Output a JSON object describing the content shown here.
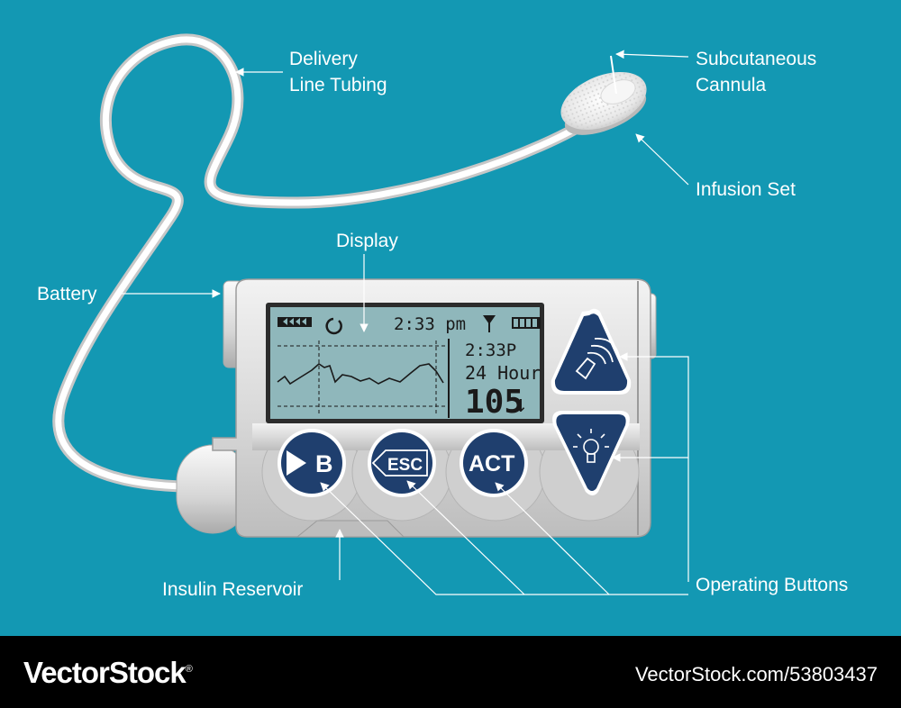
{
  "labels": {
    "delivery_line_1": "Delivery",
    "delivery_line_2": "Line Tubing",
    "cannula_1": "Subcutaneous",
    "cannula_2": "Cannula",
    "infusion_set": "Infusion Set",
    "display": "Display",
    "battery": "Battery",
    "reservoir": "Insulin Reservoir",
    "buttons": "Operating Buttons"
  },
  "screen": {
    "time": "2:33 pm",
    "time_short": "2:33P",
    "period": "24 Hour",
    "glucose": "105",
    "trend": "↓"
  },
  "buttons": {
    "b": "B",
    "esc": "ESC",
    "act": "ACT"
  },
  "footer": {
    "brand": "VectorStock",
    "brand_mark": "®",
    "url": "VectorStock.com/53803437"
  },
  "colors": {
    "background": "#1398b3",
    "button": "#1f3f6e",
    "screen": "#8fb7bb",
    "device": "#dcdcdc"
  }
}
